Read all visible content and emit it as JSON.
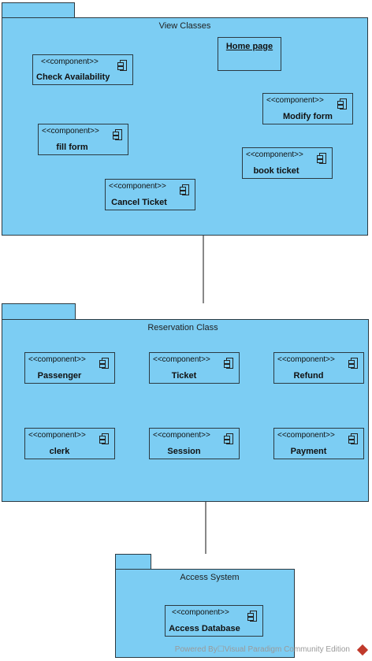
{
  "packages": {
    "view": {
      "title": "View Classes"
    },
    "reservation": {
      "title": "Reservation Class"
    },
    "access": {
      "title": "Access System"
    }
  },
  "stereotype": "<<component>>",
  "view_classes": {
    "home_page": "Home page",
    "check_availability": "Check Availability",
    "modify_form": "Modify form",
    "fill_form": "fill form",
    "book_ticket": "book ticket",
    "cancel_ticket": "Cancel Ticket"
  },
  "reservation_components": {
    "passenger": "Passenger",
    "ticket": "Ticket",
    "refund": "Refund",
    "clerk": "clerk",
    "session": "Session",
    "payment": "Payment"
  },
  "access_components": {
    "access_database": "Access Database"
  },
  "icons": {
    "component": "component-icon",
    "vendor_logo": "visual-paradigm-logo-icon"
  },
  "footer": {
    "text": "Powered By☐Visual Paradigm Community Edition"
  },
  "colors": {
    "fill": "#7ccdf3",
    "stroke": "#2b3a42"
  }
}
